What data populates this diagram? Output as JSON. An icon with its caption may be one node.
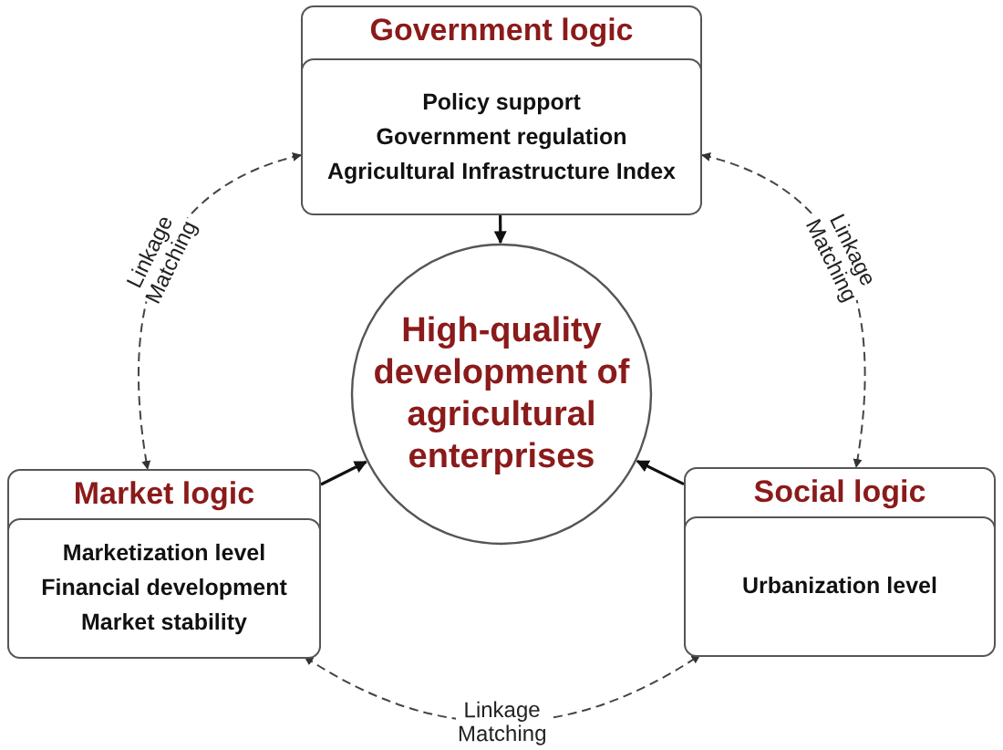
{
  "diagram": {
    "nodes": [
      {
        "text": [
          "Government logic"
        ]
      },
      {
        "text": [
          "Policy support",
          "Government regulation",
          "Agricultural Infrastructure Index"
        ],
        "in": 0
      },
      {
        "text": [
          "High-quality development of agricultural enterprises"
        ]
      },
      {
        "text": [
          "Market logic"
        ]
      },
      {
        "text": [
          "Marketization level",
          "Financial development",
          "Market stability"
        ],
        "in": 3
      },
      {
        "text": [
          "Social logic"
        ]
      },
      {
        "text": [
          "Urbanization level"
        ],
        "in": 5
      }
    ],
    "edges": [
      {
        "from": 1,
        "to": 2,
        "arrow": "to"
      },
      {
        "from": 3,
        "to": 2,
        "arrow": "to"
      },
      {
        "from": 5,
        "to": 2,
        "arrow": "to"
      },
      {
        "from": 0,
        "to": 3,
        "arrow": "both",
        "style": "dashed",
        "label": "Linkage Matching"
      },
      {
        "from": 0,
        "to": 5,
        "arrow": "both",
        "style": "dashed",
        "label": "Linkage Matching"
      },
      {
        "from": 3,
        "to": 5,
        "arrow": "both",
        "style": "dashed",
        "label": "Linkage Matching"
      }
    ]
  }
}
